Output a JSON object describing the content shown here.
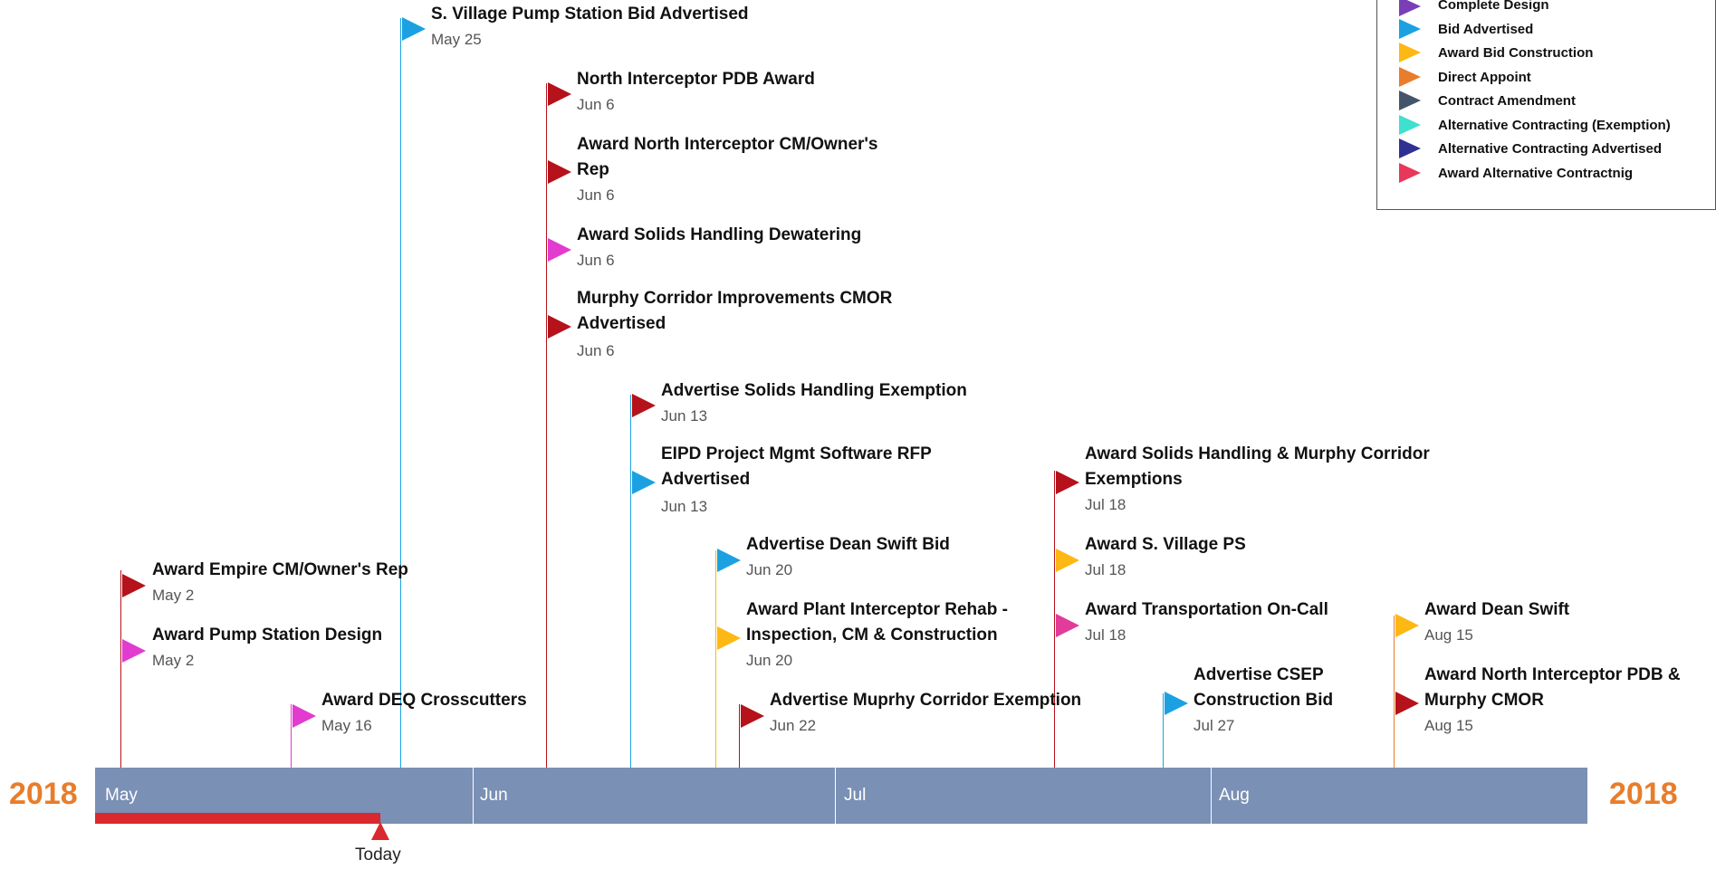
{
  "timeline": {
    "year_left": "2018",
    "year_right": "2018",
    "months": [
      "May",
      "Jun",
      "Jul",
      "Aug"
    ],
    "today_label": "Today"
  },
  "legend": {
    "items": [
      {
        "label": "Complete Design",
        "color": "#7B3FB5"
      },
      {
        "label": "Bid Advertised",
        "color": "#1BA1E2"
      },
      {
        "label": "Award Bid Construction",
        "color": "#FDB813"
      },
      {
        "label": "Direct Appoint",
        "color": "#E87D2B"
      },
      {
        "label": "Contract Amendment",
        "color": "#44546A"
      },
      {
        "label": "Alternative Contracting (Exemption)",
        "color": "#40E0D0"
      },
      {
        "label": "Alternative Contracting Advertised",
        "color": "#2E3192"
      },
      {
        "label": "Award Alternative Contractnig",
        "color": "#E8385A"
      }
    ]
  },
  "events": [
    {
      "title": "S. Village Pump Station Bid Advertised",
      "date": "May 25",
      "color": "#1BA1E2"
    },
    {
      "title": "North Interceptor PDB Award",
      "date": "Jun 6",
      "color": "#B5121B"
    },
    {
      "title": "Award North Interceptor CM/Owner's Rep",
      "date": "Jun 6",
      "color": "#B5121B"
    },
    {
      "title": "Award Solids Handling Dewatering",
      "date": "Jun 6",
      "color": "#E23BD0"
    },
    {
      "title": "Murphy Corridor Improvements CMOR Advertised",
      "date": "Jun 6",
      "color": "#B5121B"
    },
    {
      "title": "Advertise Solids Handling Exemption",
      "date": "Jun 13",
      "color": "#B5121B"
    },
    {
      "title": "EIPD Project Mgmt Software RFP Advertised",
      "date": "Jun 13",
      "color": "#1BA1E2"
    },
    {
      "title": "Award Empire CM/Owner's Rep",
      "date": "May 2",
      "color": "#B5121B"
    },
    {
      "title": "Award Pump Station Design",
      "date": "May 2",
      "color": "#E23BD0"
    },
    {
      "title": "Award DEQ Crosscutters",
      "date": "May 16",
      "color": "#E23BD0"
    },
    {
      "title": "Advertise Dean Swift Bid",
      "date": "Jun 20",
      "color": "#1BA1E2"
    },
    {
      "title": "Award Plant Interceptor Rehab - Inspection, CM & Construction",
      "date": "Jun 20",
      "color": "#FDB813"
    },
    {
      "title": "Advertise Muprhy Corridor Exemption",
      "date": "Jun 22",
      "color": "#B5121B"
    },
    {
      "title": "Award Solids Handling & Murphy Corridor Exemptions",
      "date": "Jul 18",
      "color": "#B5121B"
    },
    {
      "title": "Award S. Village PS",
      "date": "Jul 18",
      "color": "#FDB813"
    },
    {
      "title": "Award Transportation On-Call",
      "date": "Jul 18",
      "color": "#E23B9A"
    },
    {
      "title": "Advertise CSEP Construction Bid",
      "date": "Jul 27",
      "color": "#1BA1E2"
    },
    {
      "title": "Award Dean Swift",
      "date": "Aug 15",
      "color": "#FDB813"
    },
    {
      "title": "Award North Interceptor PDB & Murphy CMOR",
      "date": "Aug 15",
      "color": "#B5121B"
    }
  ]
}
